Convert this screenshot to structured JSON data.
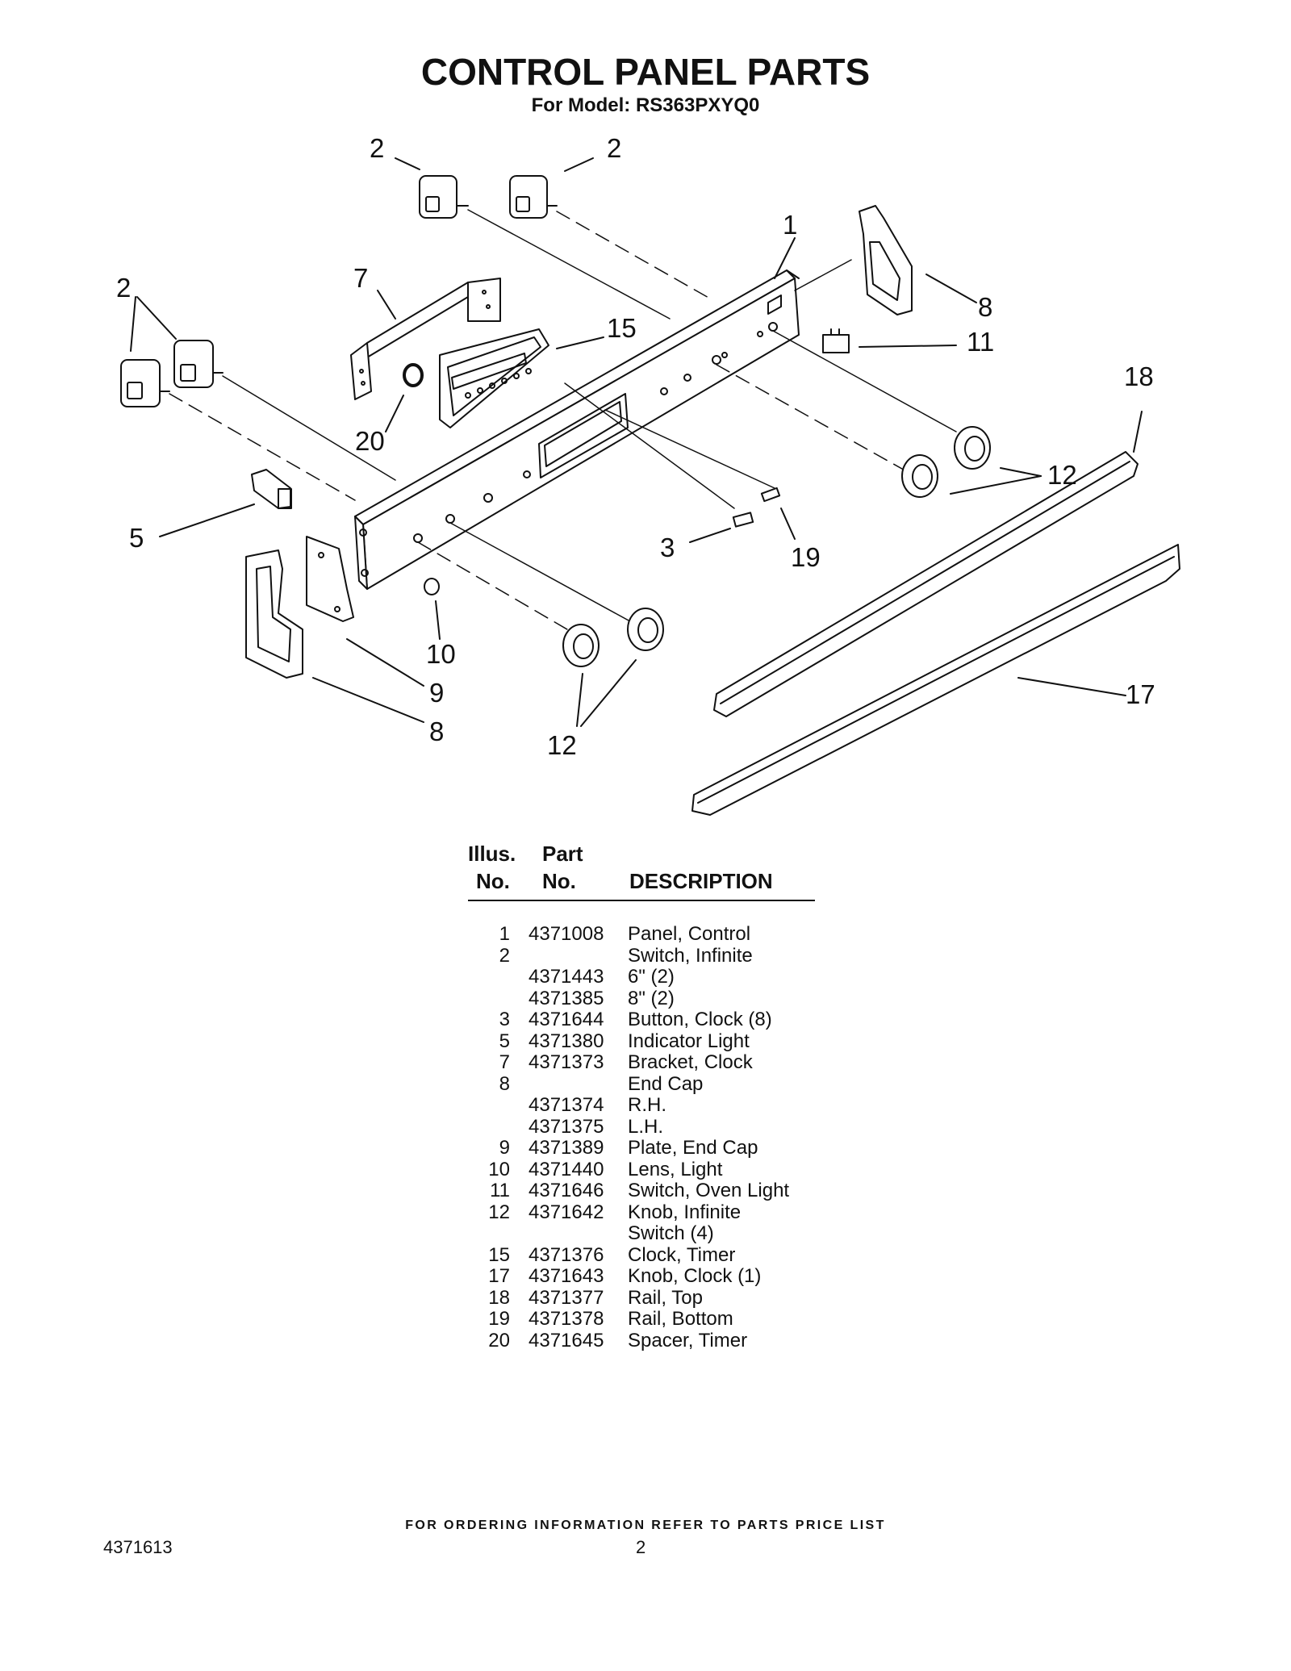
{
  "header": {
    "title": "CONTROL PANEL PARTS",
    "subtitle": "For Model: RS363PXYQ0"
  },
  "callouts": [
    "1",
    "2",
    "3",
    "5",
    "7",
    "8",
    "9",
    "10",
    "11",
    "12",
    "15",
    "17",
    "18",
    "19",
    "20"
  ],
  "parts_table": {
    "headers": {
      "illus_line1": "Illus.",
      "illus_line2": "No.",
      "part_line1": "Part",
      "part_line2": "No.",
      "description": "DESCRIPTION"
    },
    "rows": [
      {
        "illus": "1",
        "part": "4371008",
        "description": "Panel, Control"
      },
      {
        "illus": "2",
        "part": "",
        "description": "Switch, Infinite"
      },
      {
        "illus": "",
        "part": "4371443",
        "description": "6\" (2)"
      },
      {
        "illus": "",
        "part": "4371385",
        "description": "8\" (2)"
      },
      {
        "illus": "3",
        "part": "4371644",
        "description": "Button, Clock (8)"
      },
      {
        "illus": "5",
        "part": "4371380",
        "description": "Indicator Light"
      },
      {
        "illus": "7",
        "part": "4371373",
        "description": "Bracket, Clock"
      },
      {
        "illus": "8",
        "part": "",
        "description": "End Cap"
      },
      {
        "illus": "",
        "part": "4371374",
        "description": "R.H."
      },
      {
        "illus": "",
        "part": "4371375",
        "description": "L.H."
      },
      {
        "illus": "9",
        "part": "4371389",
        "description": "Plate, End Cap"
      },
      {
        "illus": "10",
        "part": "4371440",
        "description": "Lens, Light"
      },
      {
        "illus": "11",
        "part": "4371646",
        "description": "Switch, Oven Light"
      },
      {
        "illus": "12",
        "part": "4371642",
        "description": "Knob, Infinite"
      },
      {
        "illus": "",
        "part": "",
        "description": "Switch (4)"
      },
      {
        "illus": "15",
        "part": "4371376",
        "description": "Clock, Timer"
      },
      {
        "illus": "17",
        "part": "4371643",
        "description": "Knob, Clock (1)"
      },
      {
        "illus": "18",
        "part": "4371377",
        "description": "Rail, Top"
      },
      {
        "illus": "19",
        "part": "4371378",
        "description": "Rail, Bottom"
      },
      {
        "illus": "20",
        "part": "4371645",
        "description": "Spacer, Timer"
      }
    ]
  },
  "footer": {
    "note": "FOR ORDERING INFORMATION REFER TO PARTS PRICE LIST",
    "doc_number": "4371613",
    "page_number": "2"
  }
}
